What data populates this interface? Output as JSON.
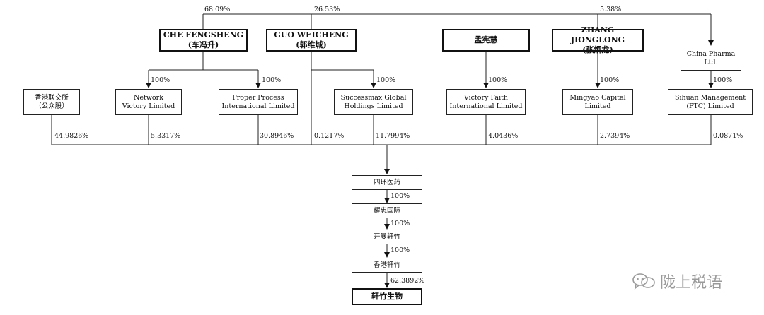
{
  "nodes": {
    "che": {
      "line1": "CHE FENGSHENG",
      "line2": "(车冯升)"
    },
    "guo": {
      "line1": "GUO WEICHENG",
      "line2": "(郭维城)"
    },
    "meng": {
      "line1": "孟宪慧"
    },
    "zhang": {
      "line1": "ZHANG JIONGLONG",
      "line2": "(张炯龙)"
    },
    "china_pharma": {
      "line1": "China Pharma",
      "line2": "Ltd."
    },
    "hkex": {
      "line1": "香港联交所",
      "line2": "（公众股）"
    },
    "network": {
      "line1": "Network",
      "line2": "Victory Limited"
    },
    "proper": {
      "line1": "Proper Process",
      "line2": "International Limited"
    },
    "successmax": {
      "line1": "Successmax Global",
      "line2": "Holdings Limited"
    },
    "victory_faith": {
      "line1": "Victory Faith",
      "line2": "International Limited"
    },
    "mingyao": {
      "line1": "Mingyao Capital",
      "line2": "Limited"
    },
    "sihuan_mgmt": {
      "line1": "Sihuan Management",
      "line2": "(PTC) Limited"
    },
    "sihuan": {
      "line1": "四环医药"
    },
    "yaozhong": {
      "line1": "耀忠国际"
    },
    "kaiman": {
      "line1": "开曼轩竹"
    },
    "hk_xuanzhu": {
      "line1": "香港轩竹"
    },
    "xuanzhu_bio": {
      "line1": "轩竹生物"
    }
  },
  "percentages": {
    "che_top": "68.09%",
    "guo_top": "26.53%",
    "zhang_top": "5.38%",
    "che_network": "100%",
    "che_proper": "100%",
    "guo_successmax": "100%",
    "meng_victory": "100%",
    "zhang_mingyao": "100%",
    "pharma_mgmt": "100%",
    "hkex_share": "44.9826%",
    "network_share": "5.3317%",
    "proper_share": "30.8946%",
    "guo_direct_share": "0.1217%",
    "successmax_share": "11.7994%",
    "victory_share": "4.0436%",
    "mingyao_share": "2.7394%",
    "mgmt_share": "0.0871%",
    "sihuan_yaozhong": "100%",
    "yaozhong_kaiman": "100%",
    "kaiman_hk": "100%",
    "hk_bio": "62.3892%"
  },
  "watermark": {
    "text": "陇上税语",
    "icon": "wechat-icon"
  }
}
